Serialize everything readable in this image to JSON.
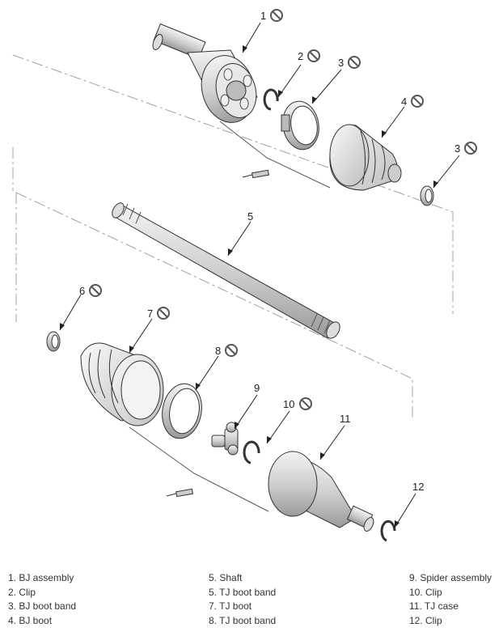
{
  "callouts": [
    {
      "number": "1",
      "prohibited": true
    },
    {
      "number": "2",
      "prohibited": true
    },
    {
      "number": "3",
      "prohibited": true
    },
    {
      "number": "4",
      "prohibited": true
    },
    {
      "number": "3",
      "prohibited": true
    },
    {
      "number": "5",
      "prohibited": false
    },
    {
      "number": "6",
      "prohibited": true
    },
    {
      "number": "7",
      "prohibited": true
    },
    {
      "number": "8",
      "prohibited": true
    },
    {
      "number": "9",
      "prohibited": false
    },
    {
      "number": "10",
      "prohibited": true
    },
    {
      "number": "11",
      "prohibited": false
    },
    {
      "number": "12",
      "prohibited": false
    }
  ],
  "legend": {
    "col1": [
      "1. BJ assembly",
      "2. Clip",
      "3. BJ boot band",
      "4. BJ boot"
    ],
    "col2": [
      "5. Shaft",
      "5. TJ boot band",
      "7. TJ boot",
      "8. TJ boot band"
    ],
    "col3": [
      "9. Spider assembly",
      "10. Clip",
      "11. TJ case",
      "12. Clip"
    ]
  },
  "icons": {
    "prohibited": "no-reuse-prohibited-icon",
    "grease": "grease-tube-icon"
  },
  "colors": {
    "line": "#333333",
    "dashed": "#999999",
    "shade": "#d9d9d9"
  }
}
